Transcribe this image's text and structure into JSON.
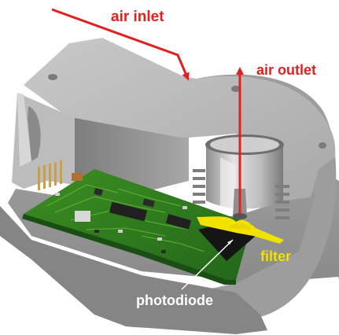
{
  "labels": {
    "air_inlet": "air inlet",
    "air_outlet": "air outlet",
    "filter": "filter",
    "photodiode": "photodiode"
  },
  "colors": {
    "arrow": "#e32020",
    "filter_label": "#f2e200",
    "photodiode_label": "#ffffff",
    "housing": "#9a9a9a",
    "pcb": "#2e7d1e"
  }
}
